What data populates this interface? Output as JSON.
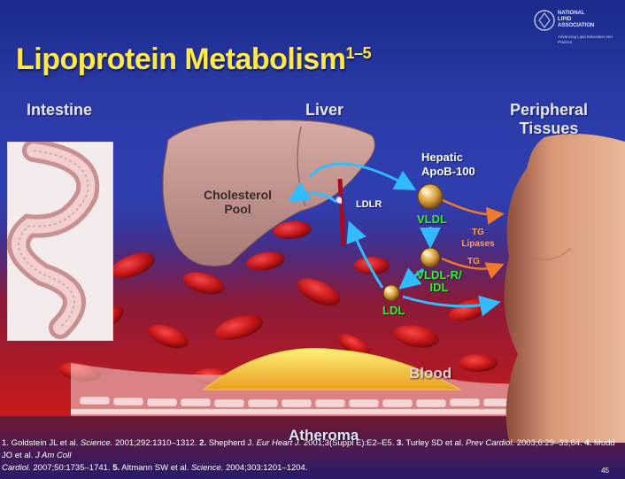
{
  "slide": {
    "title": "Lipoprotein Metabolism",
    "title_superscript": "1–5",
    "page_number": "45"
  },
  "logo": {
    "name_line1": "NATIONAL",
    "name_line2": "LIPID",
    "name_line3": "ASSOCIATION",
    "tagline": "Advancing Lipid Education and Practice"
  },
  "columns": {
    "intestine": "Intestine",
    "liver": "Liver",
    "peripheral_line1": "Peripheral",
    "peripheral_line2": "Tissues"
  },
  "labels": {
    "cholesterol_line1": "Cholesterol",
    "cholesterol_line2": "Pool",
    "ldlr": "LDLR",
    "hepatic_line1": "Hepatic",
    "hepatic_line2": "ApoB-100",
    "vldl": "VLDL",
    "tg_lipases_line1": "TG",
    "tg_lipases_line2": "Lipases",
    "tg": "TG",
    "vldl_r_line1": "VLDL-R/",
    "vldl_r_line2": "IDL",
    "ldl": "LDL",
    "blood": "Blood",
    "atheroma": "Atheroma"
  },
  "references": {
    "r1_num": "1.",
    "r1_authors": "Goldstein JL et al.",
    "r1_journal": "Science.",
    "r1_detail": "2001;292:1310–1312.",
    "r2_num": "2.",
    "r2_authors": "Shepherd J.",
    "r2_journal": "Eur Heart J.",
    "r2_detail": "2001;3(Suppl E):E2–E5.",
    "r3_num": "3.",
    "r3_authors": "Turley SD et al.",
    "r3_journal": "Prev Cardiol.",
    "r3_detail": "2003;6:29–33,64.",
    "r4_num": "4.",
    "r4_authors": "Mudd JO et al.",
    "r4_journal_a": "J Am Coll",
    "r4_journal_b": "Cardiol.",
    "r4_detail": "2007;50:1735–1741.",
    "r5_num": "5.",
    "r5_authors": "Altmann SW et al.",
    "r5_journal": "Science.",
    "r5_detail": "2004;303:1201–1204."
  },
  "colors": {
    "title": "#ffe94a",
    "background_top": "#1b2a8c",
    "arrow_blue": "#33bbff",
    "arrow_orange": "#f07a2a",
    "label_green": "#33ee33",
    "blood_red": "#c81a1a",
    "atheroma_yellow": "#ffe040",
    "liver": "#c89a94"
  },
  "icons": [
    "intestine-illustration",
    "liver-illustration",
    "torso-illustration",
    "lipoprotein-particle-icon",
    "ldl-receptor-icon",
    "blood-vessel-illustration",
    "organization-logo"
  ]
}
